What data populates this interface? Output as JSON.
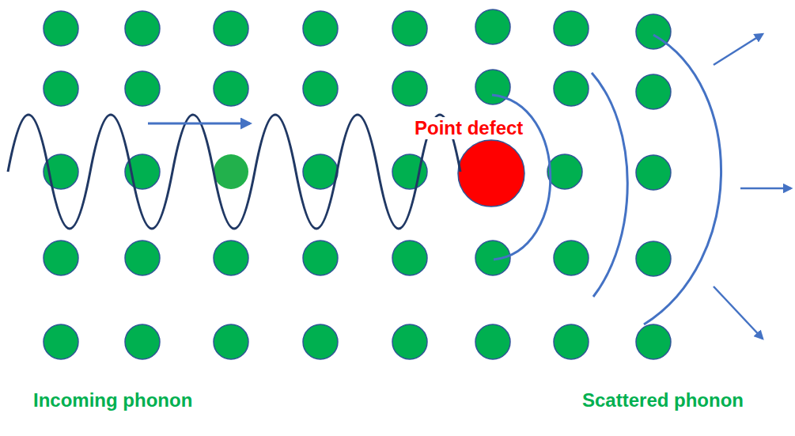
{
  "diagram": {
    "labels": [
      "Point defect",
      "Incoming phonon",
      "Scattered phonon"
    ]
  }
}
